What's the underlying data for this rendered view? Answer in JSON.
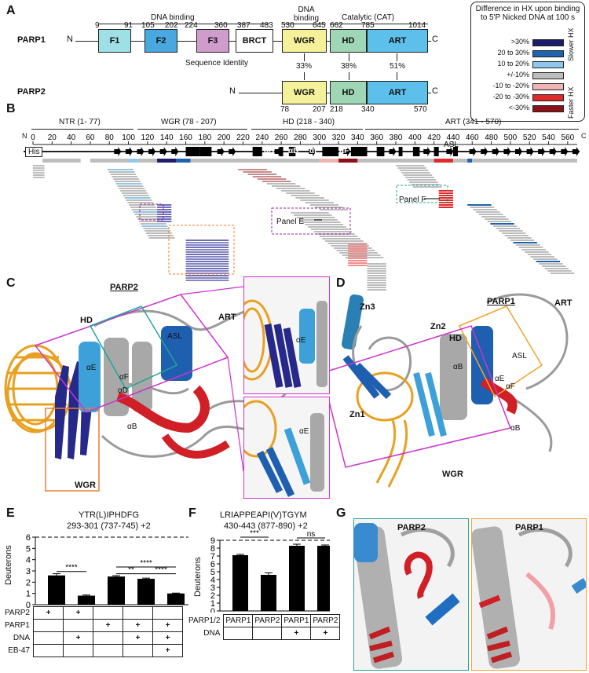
{
  "panels": {
    "a": "A",
    "b": "B",
    "c": "C",
    "d": "D",
    "e": "E",
    "f": "F",
    "g": "G"
  },
  "panel_a": {
    "parp1_label": "PARP1",
    "parp2_label": "PARP2",
    "n_term": "N",
    "c_term": "C",
    "group_labels": {
      "dna_binding": "DNA binding",
      "dna_binding2": "DNA binding",
      "catalytic": "Catalytic (CAT)"
    },
    "parp1_domains": [
      "F1",
      "F2",
      "F3",
      "BRCT",
      "WGR",
      "HD",
      "ART"
    ],
    "parp1_numbers": [
      "9",
      "91",
      "105",
      "202",
      "224",
      "360",
      "387",
      "483",
      "530",
      "645",
      "662",
      "785",
      "1014"
    ],
    "parp2_domains": [
      "WGR",
      "HD",
      "ART"
    ],
    "parp2_numbers": [
      "78",
      "207",
      "218",
      "340",
      "570"
    ],
    "seq_identity": "Sequence Identity",
    "identity_values": [
      "33%",
      "38%",
      "51%"
    ],
    "colors": {
      "F1": "#9fe0e6",
      "F2": "#4aa8e0",
      "F3": "#cf9ccb",
      "BRCT": "#ffffff",
      "WGR": "#f4f19a",
      "HD": "#9fd6b5",
      "ART": "#5cc0ea"
    }
  },
  "legend": {
    "title": "Difference in HX upon binding to 5'P Nicked DNA at 100 s",
    "items": [
      {
        "label": ">30%",
        "color": "#1c1d6b"
      },
      {
        "label": "20 to 30%",
        "color": "#1e63ad"
      },
      {
        "label": "10 to 20%",
        "color": "#8fc8ec"
      },
      {
        "label": "+/-10%",
        "color": "#bdbdbd"
      },
      {
        "label": "-10 to -20%",
        "color": "#f2b3b6"
      },
      {
        "label": "-20 to -30%",
        "color": "#e02a2a"
      },
      {
        "label": "<-30%",
        "color": "#8a1218"
      }
    ],
    "slower": "Slower HX",
    "faster": "Faster HX"
  },
  "panel_b": {
    "regions": [
      "NTR (1- 77)",
      "WGR (78 - 207)",
      "HD (218 - 340)",
      "ART (341 - 570)"
    ],
    "ticks": [
      "0",
      "20",
      "40",
      "60",
      "80",
      "100",
      "120",
      "140",
      "160",
      "180",
      "200",
      "220",
      "240",
      "260",
      "280",
      "300",
      "320",
      "340",
      "360",
      "380",
      "400",
      "420",
      "440",
      "460",
      "480",
      "500",
      "520",
      "540",
      "560"
    ],
    "his": "His",
    "helix_labels": [
      "αB",
      "αD",
      "αE",
      "αF"
    ],
    "asl": "ASL",
    "panel_e": "Panel E",
    "panel_f": "Panel F",
    "n": "N",
    "c": "C"
  },
  "panel_c": {
    "title": "PARP2",
    "hd": "HD",
    "art": "ART",
    "asl": "ASL",
    "wgr": "WGR",
    "ab": "αB",
    "ae": "αE",
    "ad": "αD",
    "af": "αF",
    "ae_inset": "αE",
    "ae_inset2": "αE"
  },
  "panel_d": {
    "title": "PARP1",
    "zn3": "Zn3",
    "zn2": "Zn2",
    "zn1": "Zn1",
    "hd": "HD",
    "art": "ART",
    "asl": "ASL",
    "wgr": "WGR",
    "ab": "αB",
    "ab2": "αB",
    "af": "αF",
    "ae": "αE"
  },
  "panel_e": {
    "peptide": "YTR(L)IPHDFG",
    "range": "293-301 (737-745) +2",
    "ylabel": "Deuterons",
    "rows": [
      {
        "label": "PARP2",
        "marks": [
          "+",
          "+",
          "",
          "",
          ""
        ]
      },
      {
        "label": "PARP1",
        "marks": [
          "",
          "",
          "+",
          "+",
          "+"
        ]
      },
      {
        "label": "DNA",
        "marks": [
          "",
          "+",
          "",
          "+",
          "+"
        ]
      },
      {
        "label": "EB-47",
        "marks": [
          "",
          "",
          "",
          "",
          "+"
        ]
      }
    ],
    "sig": [
      "****",
      "**",
      "****",
      "****"
    ]
  },
  "panel_f": {
    "peptide": "LRIAPPEAPI(V)TGYM",
    "range": "430-443 (877-890) +2",
    "ylabel": "Deuterons",
    "row1_label": "PARP1/2",
    "row1": [
      "PARP1",
      "PARP2",
      "PARP1",
      "PARP2"
    ],
    "row2_label": "DNA",
    "row2": [
      "",
      "",
      "+",
      "+"
    ],
    "sig": [
      "***",
      "ns"
    ]
  },
  "panel_g": {
    "left": "PARP2",
    "right": "PARP1"
  },
  "chart_data": [
    {
      "type": "bar",
      "title": "YTR(L)IPHDFG 293-301 (737-745) +2",
      "ylabel": "Deuterons",
      "ylim": [
        0,
        6
      ],
      "yticks": [
        0,
        1,
        2,
        3,
        4,
        5,
        6
      ],
      "categories": [
        "PARP2",
        "PARP2 + DNA",
        "PARP1",
        "PARP1 + DNA",
        "PARP1 + DNA + EB-47"
      ],
      "values": [
        2.6,
        0.8,
        2.5,
        2.3,
        1.0
      ],
      "errors": [
        0.15,
        0.06,
        0.08,
        0.06,
        0.03
      ],
      "reference_line": 6
    },
    {
      "type": "bar",
      "title": "LRIAPPEAPI(V)TGYM 430-443 (877-890) +2",
      "ylabel": "Deuterons",
      "ylim": [
        0,
        9
      ],
      "yticks": [
        0,
        1,
        2,
        3,
        4,
        5,
        6,
        7,
        8,
        9
      ],
      "categories": [
        "PARP1",
        "PARP2",
        "PARP1 + DNA",
        "PARP2 + DNA"
      ],
      "values": [
        7.1,
        4.6,
        8.3,
        8.3
      ],
      "errors": [
        0.1,
        0.25,
        0.2,
        0.1
      ],
      "reference_line": 9
    }
  ]
}
